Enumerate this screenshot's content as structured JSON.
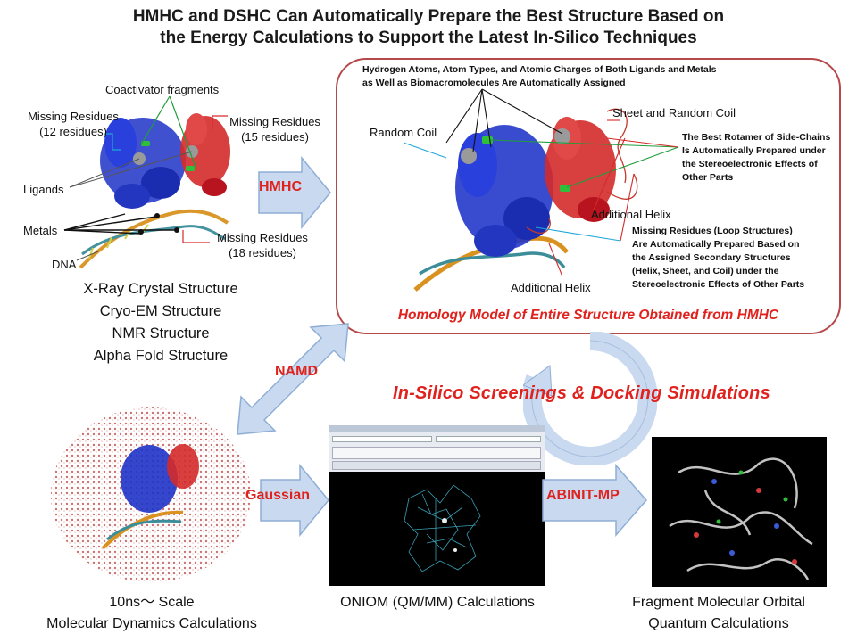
{
  "title": {
    "line1": "HMHC and DSHC Can Automatically Prepare the Best Structure Based on",
    "line2": "the Energy Calculations to Support the Latest In-Silico Techniques"
  },
  "left_structure": {
    "coactivator": "Coactivator fragments",
    "missing12_a": "Missing Residues",
    "missing12_b": "(12 residues)",
    "missing15_a": "Missing Residues",
    "missing15_b": "(15 residues)",
    "ligands": "Ligands",
    "metals": "Metals",
    "missing18_a": "Missing Residues",
    "missing18_b": "(18 residues)",
    "dna": "DNA"
  },
  "structure_types": [
    "X-Ray Crystal Structure",
    "Cryo-EM Structure",
    "NMR Structure",
    "Alpha Fold Structure"
  ],
  "arrows": {
    "hmhc": "HMHC",
    "namd": "NAMD",
    "gaussian": "Gaussian",
    "abinit": "ABINIT-MP"
  },
  "homology": {
    "header_line1": "Hydrogen Atoms, Atom Types, and Atomic Charges of Both Ligands and Metals",
    "header_line2": "as Well as Biomacromolecules Are Automatically Assigned",
    "random_coil": "Random Coil",
    "sheet_random_coil": "Sheet and Random Coil",
    "rotamer_1": "The Best Rotamer of Side-Chains",
    "rotamer_2": "Is Automatically Prepared under",
    "rotamer_3": "the Stereoelectronic Effects of",
    "rotamer_4": "Other Parts",
    "additional_helix_1": "Additional Helix",
    "loop_1": "Missing Residues (Loop Structures)",
    "loop_2": "Are Automatically Prepared Based on",
    "loop_3": "the Assigned Secondary Structures",
    "loop_4": "(Helix, Sheet, and Coil) under the",
    "loop_5": "Stereoelectronic Effects of Other Parts",
    "additional_helix_2": "Additional Helix",
    "caption": "Homology Model of Entire Structure Obtained from HMHC"
  },
  "insilico": "In-Silico Screenings & Docking Simulations",
  "bottom": {
    "md_1": "10ns〜 Scale",
    "md_2": "Molecular Dynamics Calculations",
    "oniom": "ONIOM (QM/MM) Calculations",
    "fmo_1": "Fragment Molecular Orbital",
    "fmo_2": "Quantum Calculations"
  },
  "colors": {
    "arrow_fill": "#c9d9ef",
    "arrow_stroke": "#8faed6",
    "accent_red": "#e0221e",
    "box_border": "#b5494a",
    "helix_blue": "#1e33c8",
    "helix_red": "#d42a2a",
    "dna_orange": "#d9921f"
  }
}
